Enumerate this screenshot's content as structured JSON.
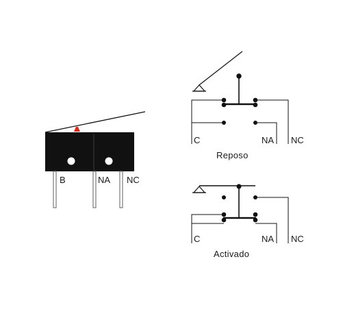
{
  "switch_body": {
    "terminal_b": "B",
    "terminal_na": "NA",
    "terminal_nc": "NC",
    "body_color": "#111111",
    "actuator_color": "#d42b1e"
  },
  "rest_diagram": {
    "label_c": "C",
    "label_na": "NA",
    "label_nc": "NC",
    "caption": "Reposo"
  },
  "active_diagram": {
    "label_c": "C",
    "label_na": "NA",
    "label_nc": "NC",
    "caption": "Activado"
  }
}
